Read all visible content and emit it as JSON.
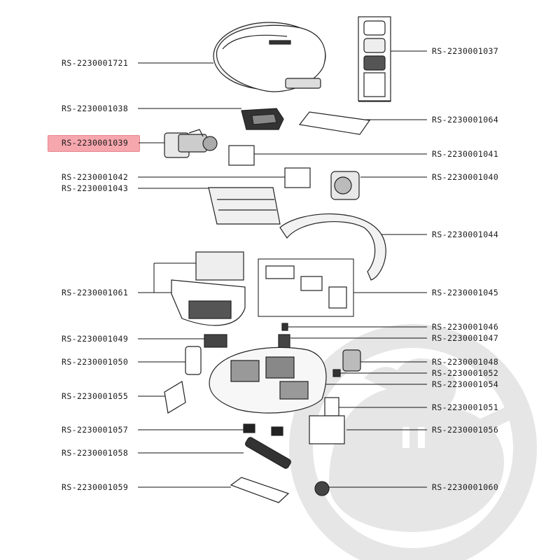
{
  "highlight_color": "#f6a6ad",
  "watermark_color": "#e3e3e3",
  "selected_part": "RS-2230001039",
  "parts_left": [
    {
      "ref": "RS-2230001721"
    },
    {
      "ref": "RS-2230001038"
    },
    {
      "ref": "RS-2230001039"
    },
    {
      "ref": "RS-2230001042"
    },
    {
      "ref": "RS-2230001043"
    },
    {
      "ref": "RS-2230001061"
    },
    {
      "ref": "RS-2230001049"
    },
    {
      "ref": "RS-2230001050"
    },
    {
      "ref": "RS-2230001055"
    },
    {
      "ref": "RS-2230001057"
    },
    {
      "ref": "RS-2230001058"
    },
    {
      "ref": "RS-2230001059"
    }
  ],
  "parts_right": [
    {
      "ref": "RS-2230001037"
    },
    {
      "ref": "RS-2230001064"
    },
    {
      "ref": "RS-2230001041"
    },
    {
      "ref": "RS-2230001040"
    },
    {
      "ref": "RS-2230001044"
    },
    {
      "ref": "RS-2230001045"
    },
    {
      "ref": "RS-2230001046"
    },
    {
      "ref": "RS-2230001047"
    },
    {
      "ref": "RS-2230001048"
    },
    {
      "ref": "RS-2230001052"
    },
    {
      "ref": "RS-2230001054"
    },
    {
      "ref": "RS-2230001051"
    },
    {
      "ref": "RS-2230001056"
    },
    {
      "ref": "RS-2230001060"
    }
  ]
}
